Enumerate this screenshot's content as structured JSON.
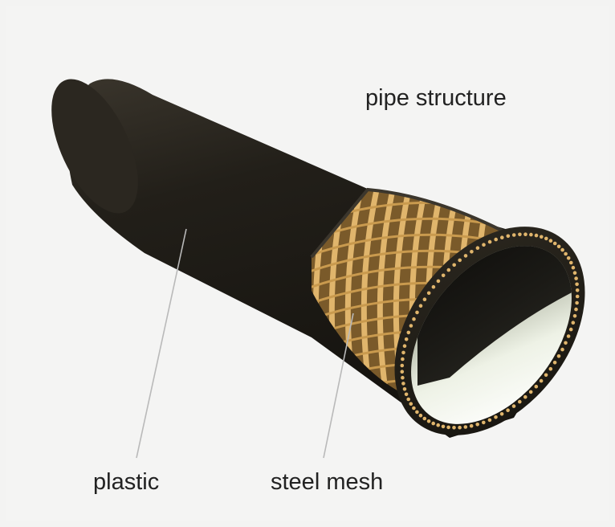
{
  "title": "pipe structure",
  "labels": {
    "plastic": "plastic",
    "steel_mesh": "steel mesh"
  },
  "colors": {
    "background": "#f4f4f3",
    "plastic": "#201d17",
    "steel_mesh": "#e0b56c",
    "inner_lining": "#eef1e6",
    "leader_line": "#b9b9b9",
    "text": "#222222"
  }
}
